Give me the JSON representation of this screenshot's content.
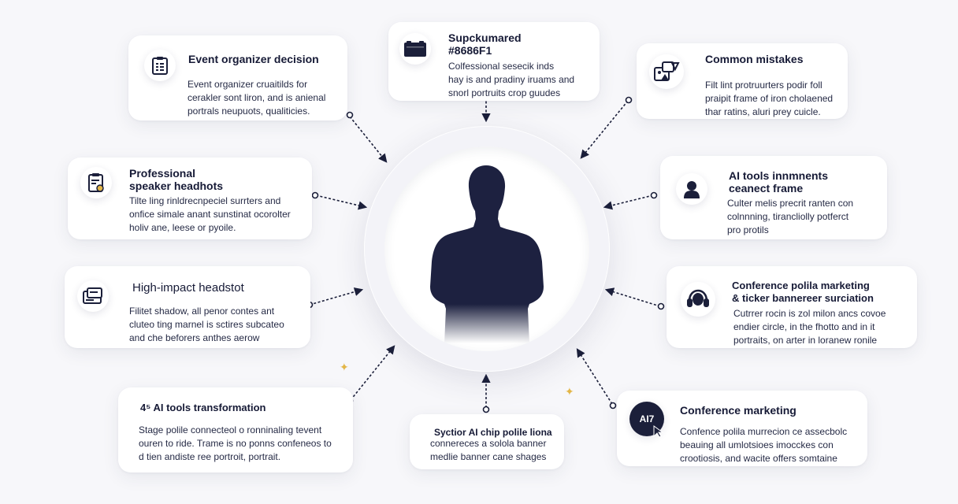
{
  "cards": [
    {
      "id": "event",
      "icon": "clipboard-list-icon",
      "title": "Event organizer decision",
      "body": "Event organizer cruaitilds for\ncerakler sont liron, and is anienal\nportrals neupuots, qualiticies."
    },
    {
      "id": "top",
      "icon": "id-card-icon",
      "title": "Supckumared\n#8686F1",
      "body": "Colfessional sesecik inds\nhay is and pradiny iruams and\nsnorl portruits crop guudes"
    },
    {
      "id": "mistakes",
      "icon": "photo-frames-icon",
      "title": "Common mistakes",
      "body": "Filt lint protruurters podir foll\npraipit frame of iron cholaened\nthar ratins, aluri prey cuicle."
    },
    {
      "id": "professional",
      "icon": "document-badge-icon",
      "title": "Professional\nspeaker headhots",
      "body": "Tilte ling rinldrecnpeciel surrters and\nonfice simale anant sunstinat ocorolter\nholiv ane, leese or pyoile."
    },
    {
      "id": "ai-frame",
      "icon": "person-bust-icon",
      "title": "AI tools innmnents\nceanect frame",
      "body": "Culter melis precrit ranten con\ncolnnning, tirancliolly potferct\npro protils"
    },
    {
      "id": "high-impact",
      "icon": "browser-window-icon",
      "title": "High-impact headstot",
      "body": "Filitet shadow, all penor contes ant\ncluteo ting marnel is sctires subcateo\nand che beforers anthes aerow"
    },
    {
      "id": "conf-polia",
      "icon": "headset-icon",
      "title": "Conference polila marketing\n& ticker bannereer surciation",
      "body": "Cutrrer rocin is zol milon ancs covoe\nendier circle, in the fhotto and in it\nportraits, on arter in loranew ronile"
    },
    {
      "id": "ai-transform",
      "icon": "",
      "title": "4⁵ AI tools transformation",
      "body": "Stage polile connecteol o ronninaling tevent\nouren to ride. Trame is no ponns confeneos to\nd tien andiste ree portroit, portrait."
    },
    {
      "id": "bottom",
      "icon": "",
      "title": "Syctior AI chip polile liona",
      "body": "connereces a solola banner\nmedlie banner cane shages"
    },
    {
      "id": "conf-marketing",
      "icon": "ai-cursor-icon",
      "title": "Conference marketing",
      "body": "Confence polila murrecion ce assecbolc\nbeauing all umlotsioes imocckes con\ncrootiosis, and wacite offers somtaine"
    }
  ],
  "ai_badge_text": "AI7",
  "colors": {
    "accent": "#1b1f3a",
    "background": "#f7f7fa",
    "sparkle": "#e3b647"
  }
}
